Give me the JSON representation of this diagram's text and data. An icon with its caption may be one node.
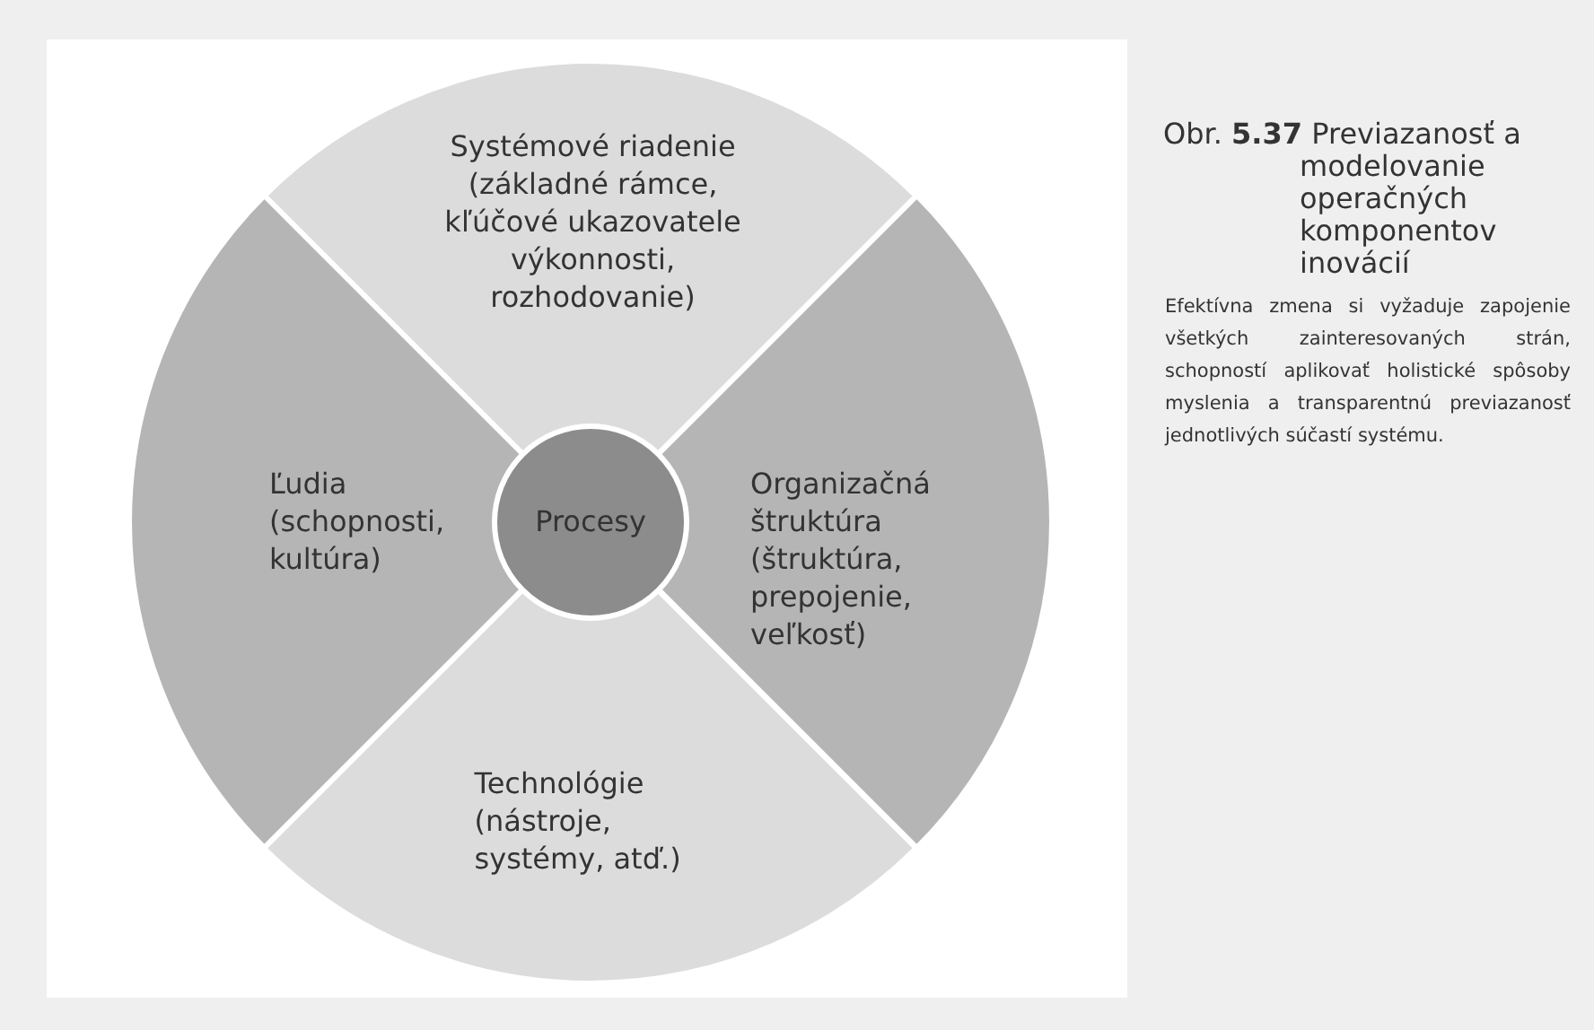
{
  "diagram": {
    "title": "Obr. **5.37** Previazanosť a modelovanie operačných komponentov inovácií",
    "caption": "Efektívna zmena si vyžaduje zapojenie všetkých zainteresovaných strán, schopností aplikovať holistické spôsoby myslenia a transparentnú previazanosť jednotlivých súčastí systému.",
    "nodes": [
      {
        "text": [
          "Systémové riadenie (základné rámce, kľúčové ukazovatele výkonnosti, rozhodovanie)"
        ]
      },
      {
        "text": [
          "Ľudia (schopnosti, kultúra)"
        ]
      },
      {
        "text": [
          "Procesy"
        ]
      },
      {
        "text": [
          "Organizačná štruktúra (štruktúra, prepojenie, veľkosť)"
        ]
      },
      {
        "text": [
          "Technológie (nástroje, systémy, atď.)"
        ]
      }
    ],
    "edges": []
  }
}
